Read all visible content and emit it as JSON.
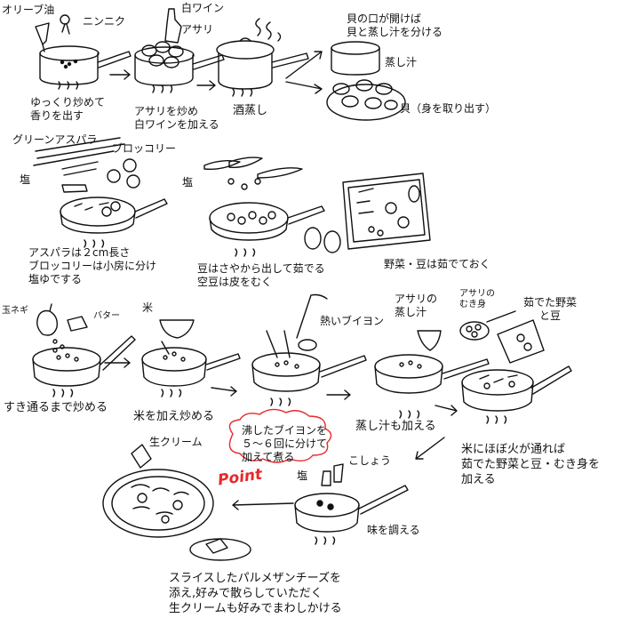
{
  "colors": {
    "ink": "#111111",
    "point_text": "#e8282c",
    "point_outline": "#e8282c"
  },
  "row1": {
    "olive_oil": "オリーブ油",
    "garlic": "ニンニク",
    "white_wine": "白ワイン",
    "clams": "アサリ",
    "step1": "ゆっくり炒めて\n香りを出す",
    "step2": "アサリを炒め\n白ワインを加える",
    "step3": "酒蒸し",
    "step4_note": "貝の口が開けば\n貝と蒸し汁を分ける",
    "broth": "蒸し汁",
    "shell_note": "貝（身を取り出す）"
  },
  "row2": {
    "asparagus": "グリーンアスパラ",
    "broccoli": "ブロッコリー",
    "salt_a": "塩",
    "salt_b": "塩",
    "step_a": "アスパラは２cm長さ\nブロッコリーは小房に分け\n塩ゆでする",
    "step_b": "豆はさやから出して茹でる\n空豆は皮をむく",
    "step_c": "野菜・豆は茹でておく"
  },
  "row3": {
    "onion": "玉ネギ",
    "butter": "バター",
    "rice": "米",
    "hot_bouillon": "熱いブイヨン",
    "clam_broth": "アサリの\n蒸し汁",
    "clam_meat": "アサリの\nむき身",
    "boiled_veg": "茹でた野菜\nと豆",
    "step1": "すき通るまで炒める",
    "step2": "米を加え炒める",
    "step3": "蒸し汁も加える",
    "step4": "米にほぼ火が通れば\n茹でた野菜と豆・むき身を\n加える"
  },
  "row4": {
    "cream": "生クリーム",
    "pepper": "こしょう",
    "salt": "塩",
    "cloud_note": "沸したブイヨンを\n５～６回に分けて\n加えて煮る",
    "point": "Point",
    "season": "味を調える",
    "final_note": "スライスしたパルメザンチーズを\n添え,好みで散らしていただく\n生クリームも好みでまわしかける"
  }
}
